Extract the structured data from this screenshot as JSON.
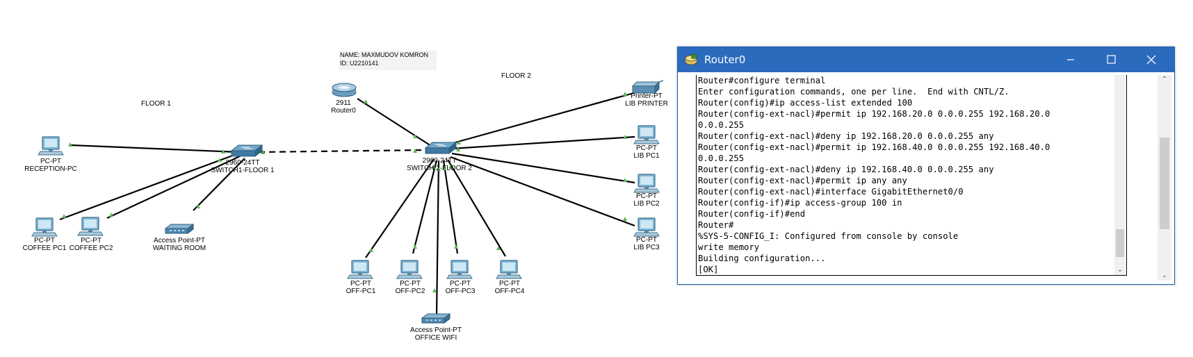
{
  "topology": {
    "note": {
      "name_line": "NAME: MAXMUDOV KOMRON",
      "id_line": "ID: U2210141"
    },
    "floor_labels": {
      "floor1": "FLOOR 1",
      "floor2": "FLOOR 2"
    },
    "devices": {
      "router": {
        "model": "2911",
        "name": "Router0"
      },
      "switch1": {
        "model": "2960-24TT",
        "name": "SWITCH1-FLOOR 1"
      },
      "switch2": {
        "model": "2960-24TT",
        "name": "SWITCH 2-FLOOR 2"
      },
      "reception_pc": {
        "model": "PC-PT",
        "name": "RECEPTION-PC"
      },
      "coffee_pc1": {
        "model": "PC-PT",
        "name": "COFFEE PC1"
      },
      "coffee_pc2": {
        "model": "PC-PT",
        "name": "COFFEE PC2"
      },
      "waiting_ap": {
        "model": "Access Point-PT",
        "name": "WAITING ROOM"
      },
      "off_pc1": {
        "model": "PC-PT",
        "name": "OFF-PC1"
      },
      "off_pc2": {
        "model": "PC-PT",
        "name": "OFF-PC2"
      },
      "off_pc3": {
        "model": "PC-PT",
        "name": "OFF-PC3"
      },
      "off_pc4": {
        "model": "PC-PT",
        "name": "OFF-PC4"
      },
      "office_ap": {
        "model": "Access Point-PT",
        "name": "OFFICE WIFI"
      },
      "printer": {
        "model": "Printer-PT",
        "name": "LIB PRINTER"
      },
      "lib_pc1": {
        "model": "PC-PT",
        "name": "LIB PC1"
      },
      "lib_pc2": {
        "model": "PC-PT",
        "name": "LIB PC2"
      },
      "lib_pc3": {
        "model": "PC-PT",
        "name": "LIB PC3"
      }
    },
    "link_color": "#000000",
    "status_color": "#5cb85c"
  },
  "terminal_window": {
    "title": "Router0",
    "icon": "router-app-icon",
    "title_bar_color": "#2b6bbd",
    "controls": {
      "minimize": "minimize-icon",
      "maximize": "maximize-icon",
      "close": "close-icon"
    },
    "lines": [
      "Router#configure terminal",
      "Enter configuration commands, one per line.  End with CNTL/Z.",
      "Router(config)#ip access-list extended 100",
      "Router(config-ext-nacl)#permit ip 192.168.20.0 0.0.0.255 192.168.20.0",
      "0.0.0.255",
      "Router(config-ext-nacl)#deny ip 192.168.20.0 0.0.0.255 any",
      "Router(config-ext-nacl)#permit ip 192.168.40.0 0.0.0.255 192.168.40.0",
      "0.0.0.255",
      "Router(config-ext-nacl)#deny ip 192.168.40.0 0.0.0.255 any",
      "Router(config-ext-nacl)#permit ip any any",
      "Router(config-ext-nacl)#interface GigabitEthernet0/0",
      "Router(config-if)#ip access-group 100 in",
      "Router(config-if)#end",
      "Router#",
      "%SYS-5-CONFIG_I: Configured from console by console",
      "write memory",
      "Building configuration...",
      "[OK]"
    ]
  }
}
